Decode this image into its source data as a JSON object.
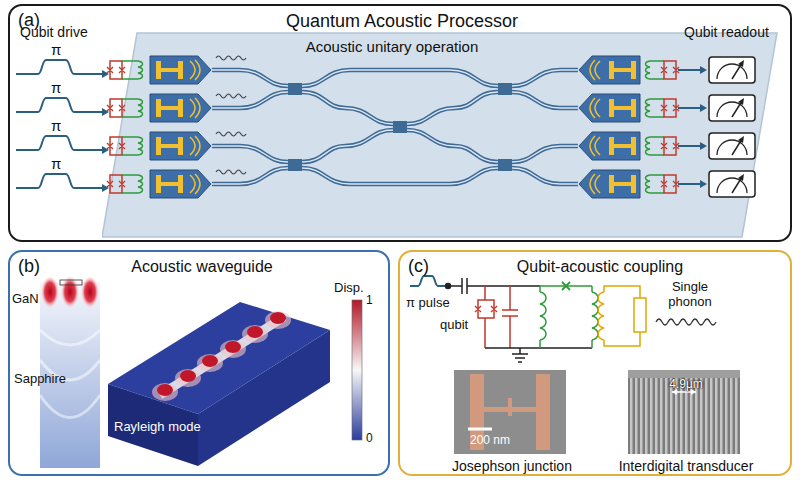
{
  "diagram": {
    "nodes": [
      {
        "text": [
          "(a)",
          "Quantum Acoustic Processor"
        ]
      },
      {
        "text": [
          "Acoustic unitary operation"
        ],
        "in": 0
      },
      {
        "text": [
          "(b)",
          "Acoustic waveguide"
        ]
      },
      {
        "text": [
          "(c)",
          "Qubit-acoustic coupling"
        ]
      },
      {
        "text": [
          "200 nm",
          "Josephson junction"
        ],
        "in": 3
      },
      {
        "text": [
          "4.9μm",
          "Interdigital transducer"
        ],
        "in": 3
      }
    ],
    "labels": [
      "Qubit drive",
      "π",
      "π",
      "π",
      "π",
      "Qubit readout",
      "GaN",
      "Sapphire",
      "Rayleigh mode",
      "Disp.",
      "1",
      "0",
      "π pulse",
      "qubit",
      "Single phonon"
    ]
  }
}
